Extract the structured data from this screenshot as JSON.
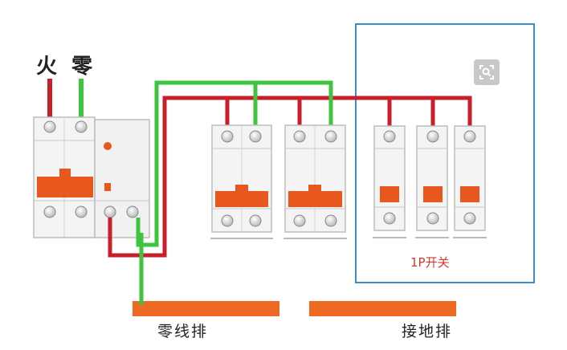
{
  "labels": {
    "live": "火",
    "neutral": "零",
    "neutral_bar": "零线排",
    "earth_bar": "接地排",
    "single_pole": "1P开关"
  },
  "icons": {
    "zoom": "zoom-icon"
  },
  "colors": {
    "live_wire": "#c8202b",
    "neutral_wire": "#3ec43e",
    "breaker_handle": "#e8581e",
    "busbar": "#ee6a22",
    "group_frame": "#3a8fc8",
    "breaker_body": "#f4f4f4"
  }
}
